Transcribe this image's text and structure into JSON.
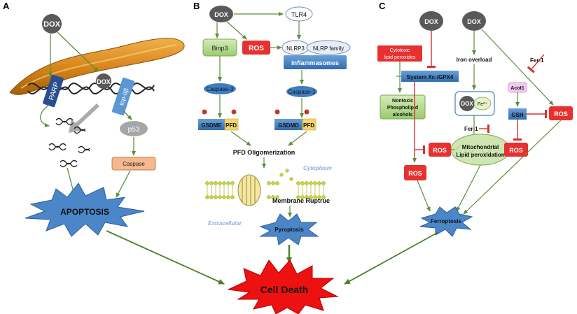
{
  "panels": {
    "a": "A",
    "b": "B",
    "c": "C"
  },
  "panel_a": {
    "dox": "DOX",
    "dox_small": "DOX",
    "parp": "PARP",
    "top2b": "top-IIβ",
    "p53": "p53",
    "caspase": "Caspase",
    "apoptosis": "APOPTOSIS"
  },
  "panel_b": {
    "dox": "DOX",
    "tlr4": "TLR4",
    "binp3": "Binp3",
    "ros": "ROS",
    "nlrp3": "NLRP3",
    "nlrp_family": "NLRP family",
    "inflammasomes": "inflammasomes",
    "caspase3": "Caspase-3",
    "caspase1": "Caspase-1",
    "gsdme": "GSDME",
    "gsdmd": "GSDMD",
    "pfd": "PFD",
    "pfd_olig": "PFD Oligomerization",
    "cytoplasm": "Cytoplasm",
    "extracellular": "Extracellular",
    "membrane_rupture": "Membrane Ruptrue",
    "pyroptosis": "Pyroptosis"
  },
  "panel_c": {
    "dox1": "DOX",
    "dox2": "DOX",
    "cytotoxic": "Cytotoxic lipid peroxides",
    "system_xc": "System Xc-/GPX4",
    "nontoxic": "Nontoxic Phospholipid alcohols",
    "iron_overload": "Iron overload",
    "fer1_a": "Fer-1",
    "fer1_b": "Fer-1",
    "acot1": "Acot1",
    "gsh": "GSH",
    "dox_fe": "DOX",
    "fe2": "Fe²⁺",
    "mito": "Mitochondrial",
    "lipid_perox": "Lipid peroxidation",
    "ros_left": "ROS",
    "ros_mito_right": "ROS",
    "ros_right": "ROS",
    "ros_bottom": "ROS",
    "ferroptosis": "Ferroptosis"
  },
  "cell_death": "Cell Death",
  "colors": {
    "arrow": "#5b8f3a",
    "inhibit": "#d93030",
    "dox_node": "#595959",
    "blue_box": "#3f7dc0",
    "red_box": "#e8312f",
    "green_box": "#b5d98f",
    "burst_blue": "#4a86c8",
    "burst_red": "#ee1111"
  }
}
